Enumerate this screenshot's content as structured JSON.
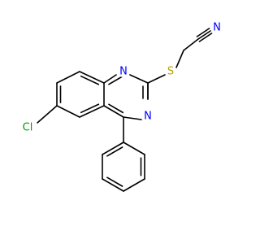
{
  "molecule": {
    "atoms": {
      "n1": {
        "label": "N",
        "color": "#0000ff"
      },
      "n3": {
        "label": "N",
        "color": "#0000ff"
      },
      "s": {
        "label": "S",
        "color": "#b8a000"
      },
      "cl": {
        "label": "Cl",
        "color": "#00a000"
      },
      "n_nitrile": {
        "label": "N",
        "color": "#0000ff"
      }
    },
    "bond_color": "#000000"
  }
}
